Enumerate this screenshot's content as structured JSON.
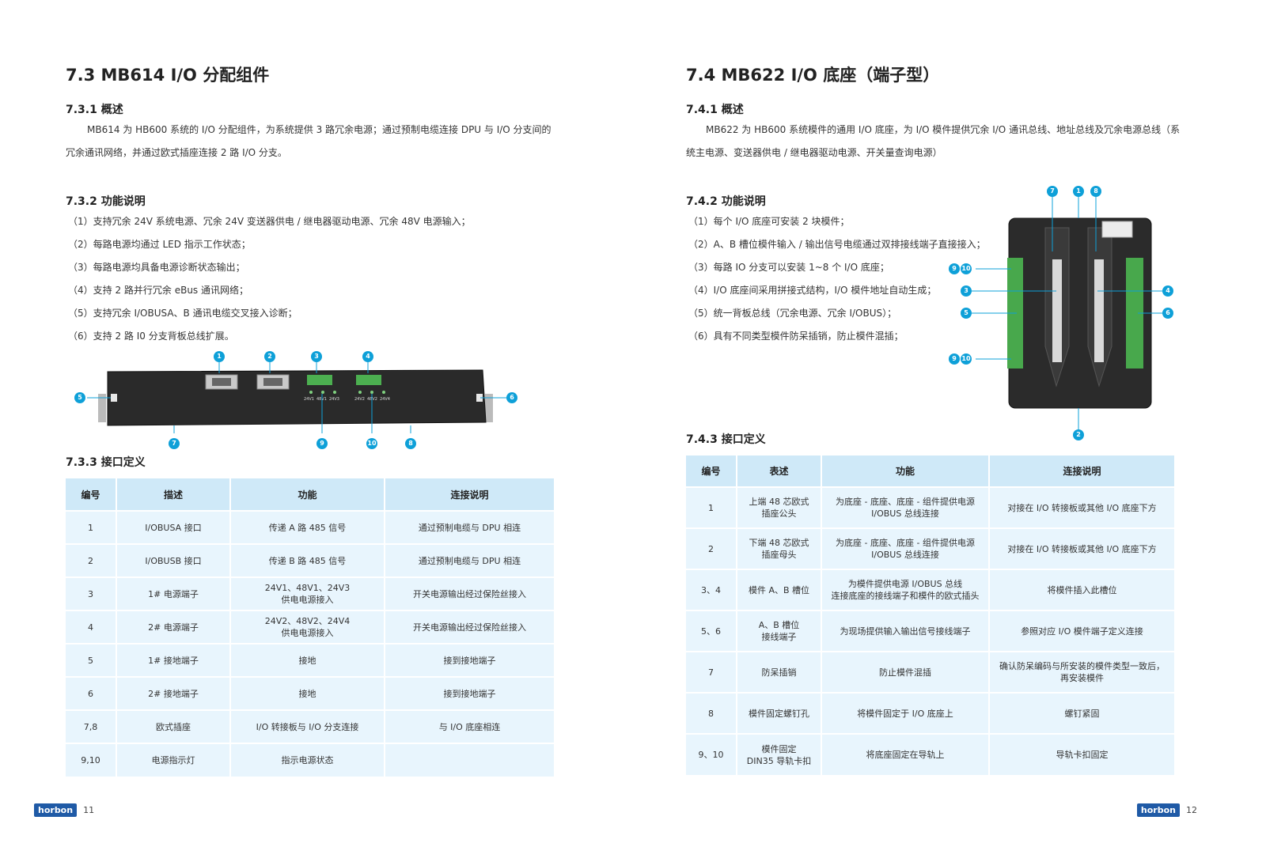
{
  "left": {
    "section_title": "7.3  MB614  I/O 分配组件",
    "overview_title": "7.3.1 概述",
    "overview_text": "MB614 为 HB600 系统的 I/O 分配组件，为系统提供 3 路冗余电源；通过预制电缆连接 DPU 与 I/O 分支间的冗余通讯网络，并通过欧式插座连接 2 路 I/O 分支。",
    "function_title": "7.3.2 功能说明",
    "functions": [
      "（1）支持冗余 24V 系统电源、冗余 24V 变送器供电 / 继电器驱动电源、冗余 48V 电源输入；",
      "（2）每路电源均通过 LED 指示工作状态；",
      "（3）每路电源均具备电源诊断状态输出；",
      "（4）支持 2 路并行冗余 eBus 通讯网络；",
      "（5）支持冗余 I/OBUSA、B 通讯电缆交叉接入诊断；",
      "（6）支持 2 路 I0 分支背板总线扩展。"
    ],
    "callouts": [
      "1",
      "2",
      "3",
      "4",
      "5",
      "6",
      "7",
      "8",
      "9",
      "10"
    ],
    "device_labels": [
      "24V1",
      "48V1",
      "24V3",
      "24V2",
      "48V2",
      "24V4"
    ],
    "interface_title": "7.3.3 接口定义",
    "table": {
      "headers": [
        "编号",
        "描述",
        "功能",
        "连接说明"
      ],
      "rows": [
        [
          "1",
          "I/OBUSA 接口",
          "传递 A 路 485 信号",
          "通过预制电缆与 DPU 相连"
        ],
        [
          "2",
          "I/OBUSB 接口",
          "传递 B 路 485 信号",
          "通过预制电缆与 DPU 相连"
        ],
        [
          "3",
          "1# 电源端子",
          "24V1、48V1、24V3\n供电电源接入",
          "开关电源输出经过保险丝接入"
        ],
        [
          "4",
          "2# 电源端子",
          "24V2、48V2、24V4\n供电电源接入",
          "开关电源输出经过保险丝接入"
        ],
        [
          "5",
          "1# 接地端子",
          "接地",
          "接到接地端子"
        ],
        [
          "6",
          "2# 接地端子",
          "接地",
          "接到接地端子"
        ],
        [
          "7,8",
          "欧式插座",
          "I/O 转接板与 I/O 分支连接",
          "与 I/O 底座相连"
        ],
        [
          "9,10",
          "电源指示灯",
          "指示电源状态",
          ""
        ]
      ]
    },
    "logo": "horbon",
    "page_number": "11"
  },
  "right": {
    "section_title": "7.4  MB622  I/O 底座（端子型）",
    "overview_title": "7.4.1 概述",
    "overview_text": "MB622 为 HB600 系统模件的通用 I/O 底座，为 I/O 模件提供冗余 I/O 通讯总线、地址总线及冗余电源总线（系统主电源、变送器供电 / 继电器驱动电源、开关量查询电源）",
    "function_title": "7.4.2 功能说明",
    "functions": [
      "（1）每个 I/O 底座可安装 2 块模件；",
      "（2）A、B 槽位模件输入 / 输出信号电缆通过双排接线端子直接接入；",
      "（3）每路 IO 分支可以安装 1~8 个 I/O 底座；",
      "（4）I/O 底座间采用拼接式结构，I/O 模件地址自动生成；",
      "（5）统一背板总线（冗余电源、冗余 I/OBUS）；",
      "（6）具有不同类型模件防呆插销，防止模件混插；"
    ],
    "callouts": [
      "1",
      "2",
      "3",
      "4",
      "5",
      "6",
      "7",
      "8",
      "9",
      "10"
    ],
    "interface_title": "7.4.3 接口定义",
    "table": {
      "headers": [
        "编号",
        "表述",
        "功能",
        "连接说明"
      ],
      "rows": [
        [
          "1",
          "上端 48 芯欧式\n插座公头",
          "为底座 - 底座、底座 - 组件提供电源\nI/OBUS 总线连接",
          "对接在 I/O 转接板或其他 I/O 底座下方"
        ],
        [
          "2",
          "下端 48 芯欧式\n插座母头",
          "为底座 - 底座、底座 - 组件提供电源\nI/OBUS 总线连接",
          "对接在 I/O 转接板或其他 I/O 底座下方"
        ],
        [
          "3、4",
          "模件 A、B 槽位",
          "为模件提供电源 I/OBUS 总线\n连接底座的接线端子和模件的欧式插头",
          "将模件插入此槽位"
        ],
        [
          "5、6",
          "A、B 槽位\n接线端子",
          "为现场提供输入输出信号接线端子",
          "参照对应 I/O 模件端子定义连接"
        ],
        [
          "7",
          "防呆插销",
          "防止模件混插",
          "确认防呆编码与所安装的模件类型一致后，\n再安装模件"
        ],
        [
          "8",
          "模件固定螺钉孔",
          "将模件固定于 I/O 底座上",
          "螺钉紧固"
        ],
        [
          "9、10",
          "模件固定\nDIN35 导轨卡扣",
          "将底座固定在导轨上",
          "导轨卡扣固定"
        ]
      ]
    },
    "logo": "horbon",
    "page_number": "12"
  }
}
